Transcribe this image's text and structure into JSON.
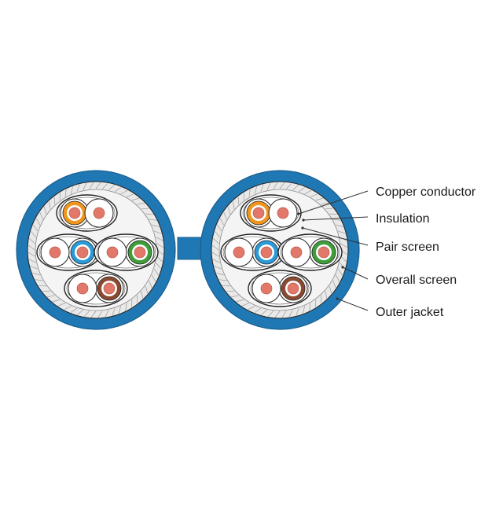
{
  "labels": [
    {
      "id": "copper-conductor",
      "text": "Copper conductor"
    },
    {
      "id": "insulation",
      "text": "Insulation"
    },
    {
      "id": "pair-screen",
      "text": "Pair screen"
    },
    {
      "id": "overall-screen",
      "text": "Overall screen"
    },
    {
      "id": "outer-jacket",
      "text": "Outer jacket"
    }
  ],
  "colors": {
    "outer_jacket": "#1f78b4",
    "jacket_edge": "#1a5f8f",
    "filler": "#f4f4f4",
    "copper": "#e2786a",
    "insulation_white": "#ffffff",
    "orange": "#f0961e",
    "blue": "#2a9ad8",
    "green": "#3e9f3a",
    "brown": "#8a4a32",
    "outline": "#222222",
    "leader": "#333333"
  },
  "pair_colors": [
    "orange",
    "blue",
    "green",
    "brown"
  ]
}
